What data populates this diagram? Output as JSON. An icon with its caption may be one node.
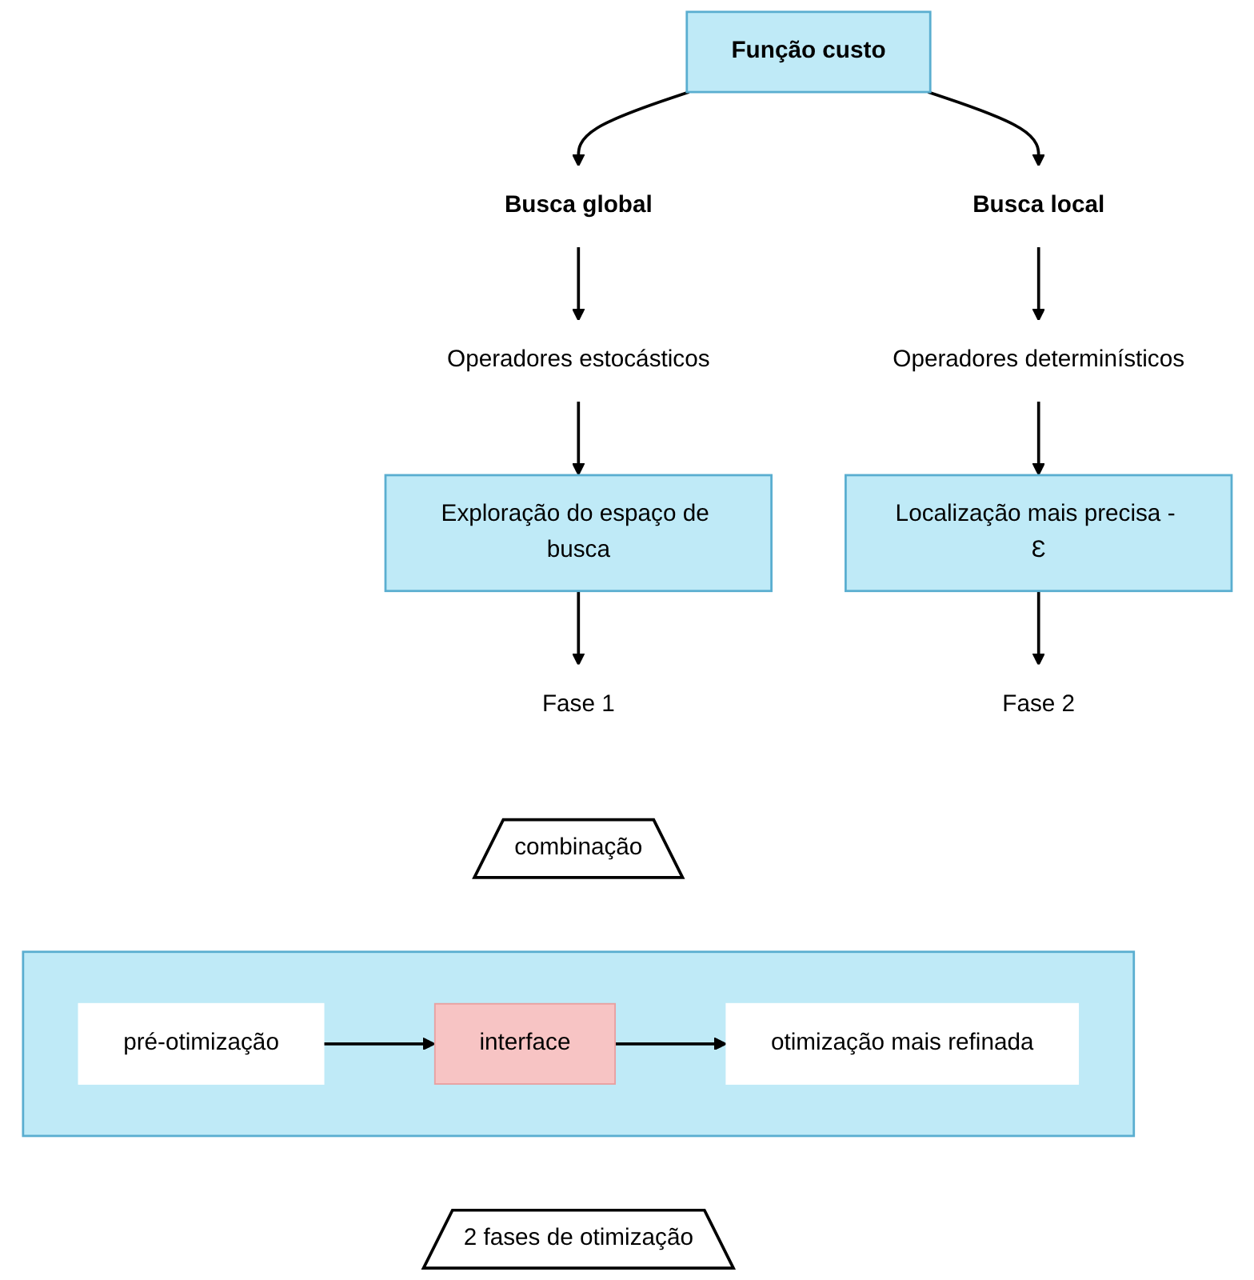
{
  "diagram": {
    "nodes": [
      {
        "text": [
          "Função custo"
        ]
      },
      {
        "text": [
          "Busca global"
        ]
      },
      {
        "text": [
          "Busca local"
        ]
      },
      {
        "text": [
          "Operadores estocásticos"
        ]
      },
      {
        "text": [
          "Operadores determinísticos"
        ]
      },
      {
        "text": [
          "Exploração do espaço de busca"
        ]
      },
      {
        "text": [
          "Localização mais precisa - Ɛ"
        ]
      },
      {
        "text": [
          "Fase 1"
        ]
      },
      {
        "text": [
          "Fase 2"
        ]
      },
      {
        "text": [
          "combinação"
        ]
      },
      {
        "text": [],
        "shape": "box"
      },
      {
        "text": [
          "pré-otimização"
        ],
        "in": 10
      },
      {
        "text": [
          "interface"
        ],
        "in": 10
      },
      {
        "text": [
          "otimização mais refinada"
        ],
        "in": 10
      },
      {
        "text": [
          "2 fases de otimização"
        ]
      }
    ],
    "edges": [
      {
        "from": 0,
        "to": 1,
        "arrow": "to"
      },
      {
        "from": 0,
        "to": 2,
        "arrow": "to"
      },
      {
        "from": 1,
        "to": 3,
        "arrow": "to"
      },
      {
        "from": 2,
        "to": 4,
        "arrow": "to"
      },
      {
        "from": 3,
        "to": 5,
        "arrow": "to"
      },
      {
        "from": 4,
        "to": 6,
        "arrow": "to"
      },
      {
        "from": 5,
        "to": 7,
        "arrow": "to"
      },
      {
        "from": 6,
        "to": 8,
        "arrow": "to"
      },
      {
        "from": 11,
        "to": 12,
        "arrow": "to"
      },
      {
        "from": 12,
        "to": 13,
        "arrow": "to"
      }
    ]
  }
}
